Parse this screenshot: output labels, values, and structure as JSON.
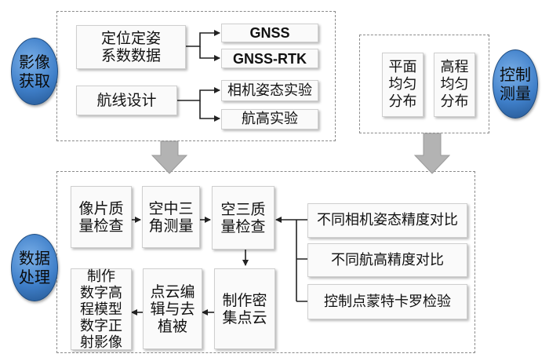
{
  "left_labels": {
    "acquisition": "影像\n获取",
    "processing": "数据\n处理"
  },
  "right_label": "控制\n测量",
  "acquisition": {
    "positioning": "定位定姿\n系数数据",
    "gnss": "GNSS",
    "gnss_rtk": "GNSS-RTK",
    "route_design": "航线设计",
    "attitude_test": "相机姿态实验",
    "altitude_test": "航高实验"
  },
  "control": {
    "plane": "平面\n均匀\n分布",
    "elevation": "高程\n均匀\n分布"
  },
  "processing": {
    "image_quality": "像片质\n量检查",
    "aerial_triangulation": "空中三\n角测量",
    "at_quality": "空三质\n量检查",
    "dense_cloud": "制作密\n集点云",
    "edit_cloud": "点云编\n辑与去\n植被",
    "products": "制作\n数字高\n程模型\n数字正\n射影像",
    "cmp_attitude": "不同相机姿态精度对比",
    "cmp_altitude": "不同航高精度对比",
    "montecarlo": "控制点蒙特卡罗检验"
  },
  "colors": {
    "circle": "#3f7fc9",
    "arrow": "#222222",
    "big_arrow": "#b3b3b3",
    "dash": "#8a8a8a"
  }
}
